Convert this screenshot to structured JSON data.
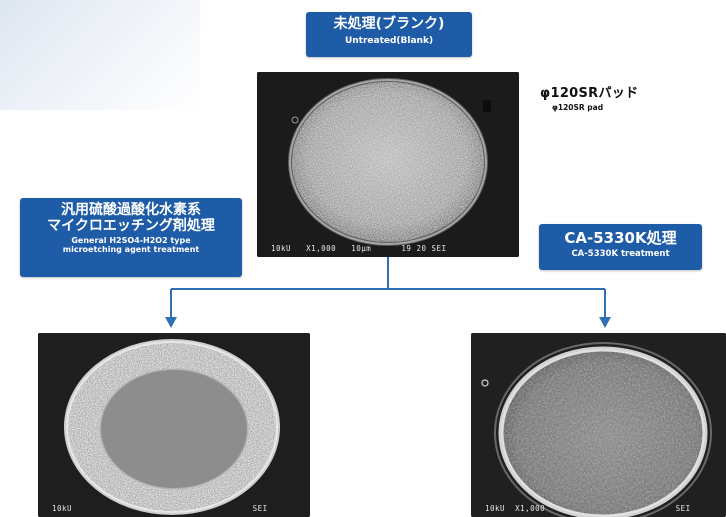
{
  "colors": {
    "box_fill": "#1f5ca8",
    "arrow": "#2f6fb5",
    "sem_background": "#161616"
  },
  "boxes": {
    "untreated": {
      "jp": "未処理(ブランク)",
      "en": "Untreated(Blank)"
    },
    "general": {
      "jp_line1": "汎用硫酸過酸化水素系",
      "jp_line2": "マイクロエッチング剤処理",
      "en_line1": "General H2SO4-H2O2 type",
      "en_line2": "microetching agent treatment"
    },
    "ca5330k": {
      "jp": "CA-5330K処理",
      "en": "CA-5330K treatment"
    }
  },
  "pad_note": {
    "jp": "φ120SRパッド",
    "en": "φ120SR pad"
  },
  "sem_images": {
    "top": {
      "caption": "10kU   X1,000   10μm      19 20 SEI"
    },
    "left": {
      "caption": "10kU                                    SEI"
    },
    "right": {
      "caption": "10kU  X1,000                          SEI"
    }
  }
}
